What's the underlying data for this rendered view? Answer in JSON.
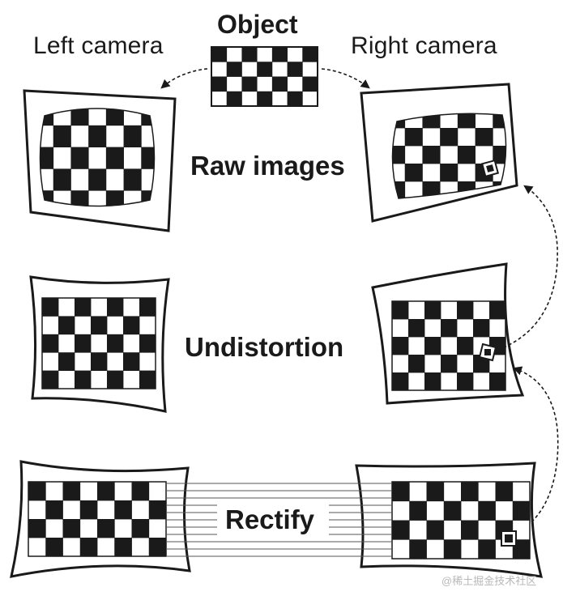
{
  "labels": {
    "object": "Object",
    "left_camera": "Left camera",
    "right_camera": "Right camera",
    "raw_images": "Raw images",
    "undistortion": "Undistortion",
    "rectify": "Rectify"
  },
  "watermark": "@稀土掘金技术社区",
  "colors": {
    "ink": "#1a1a1a",
    "paper": "#ffffff",
    "watermark": "#b8b8b8"
  }
}
